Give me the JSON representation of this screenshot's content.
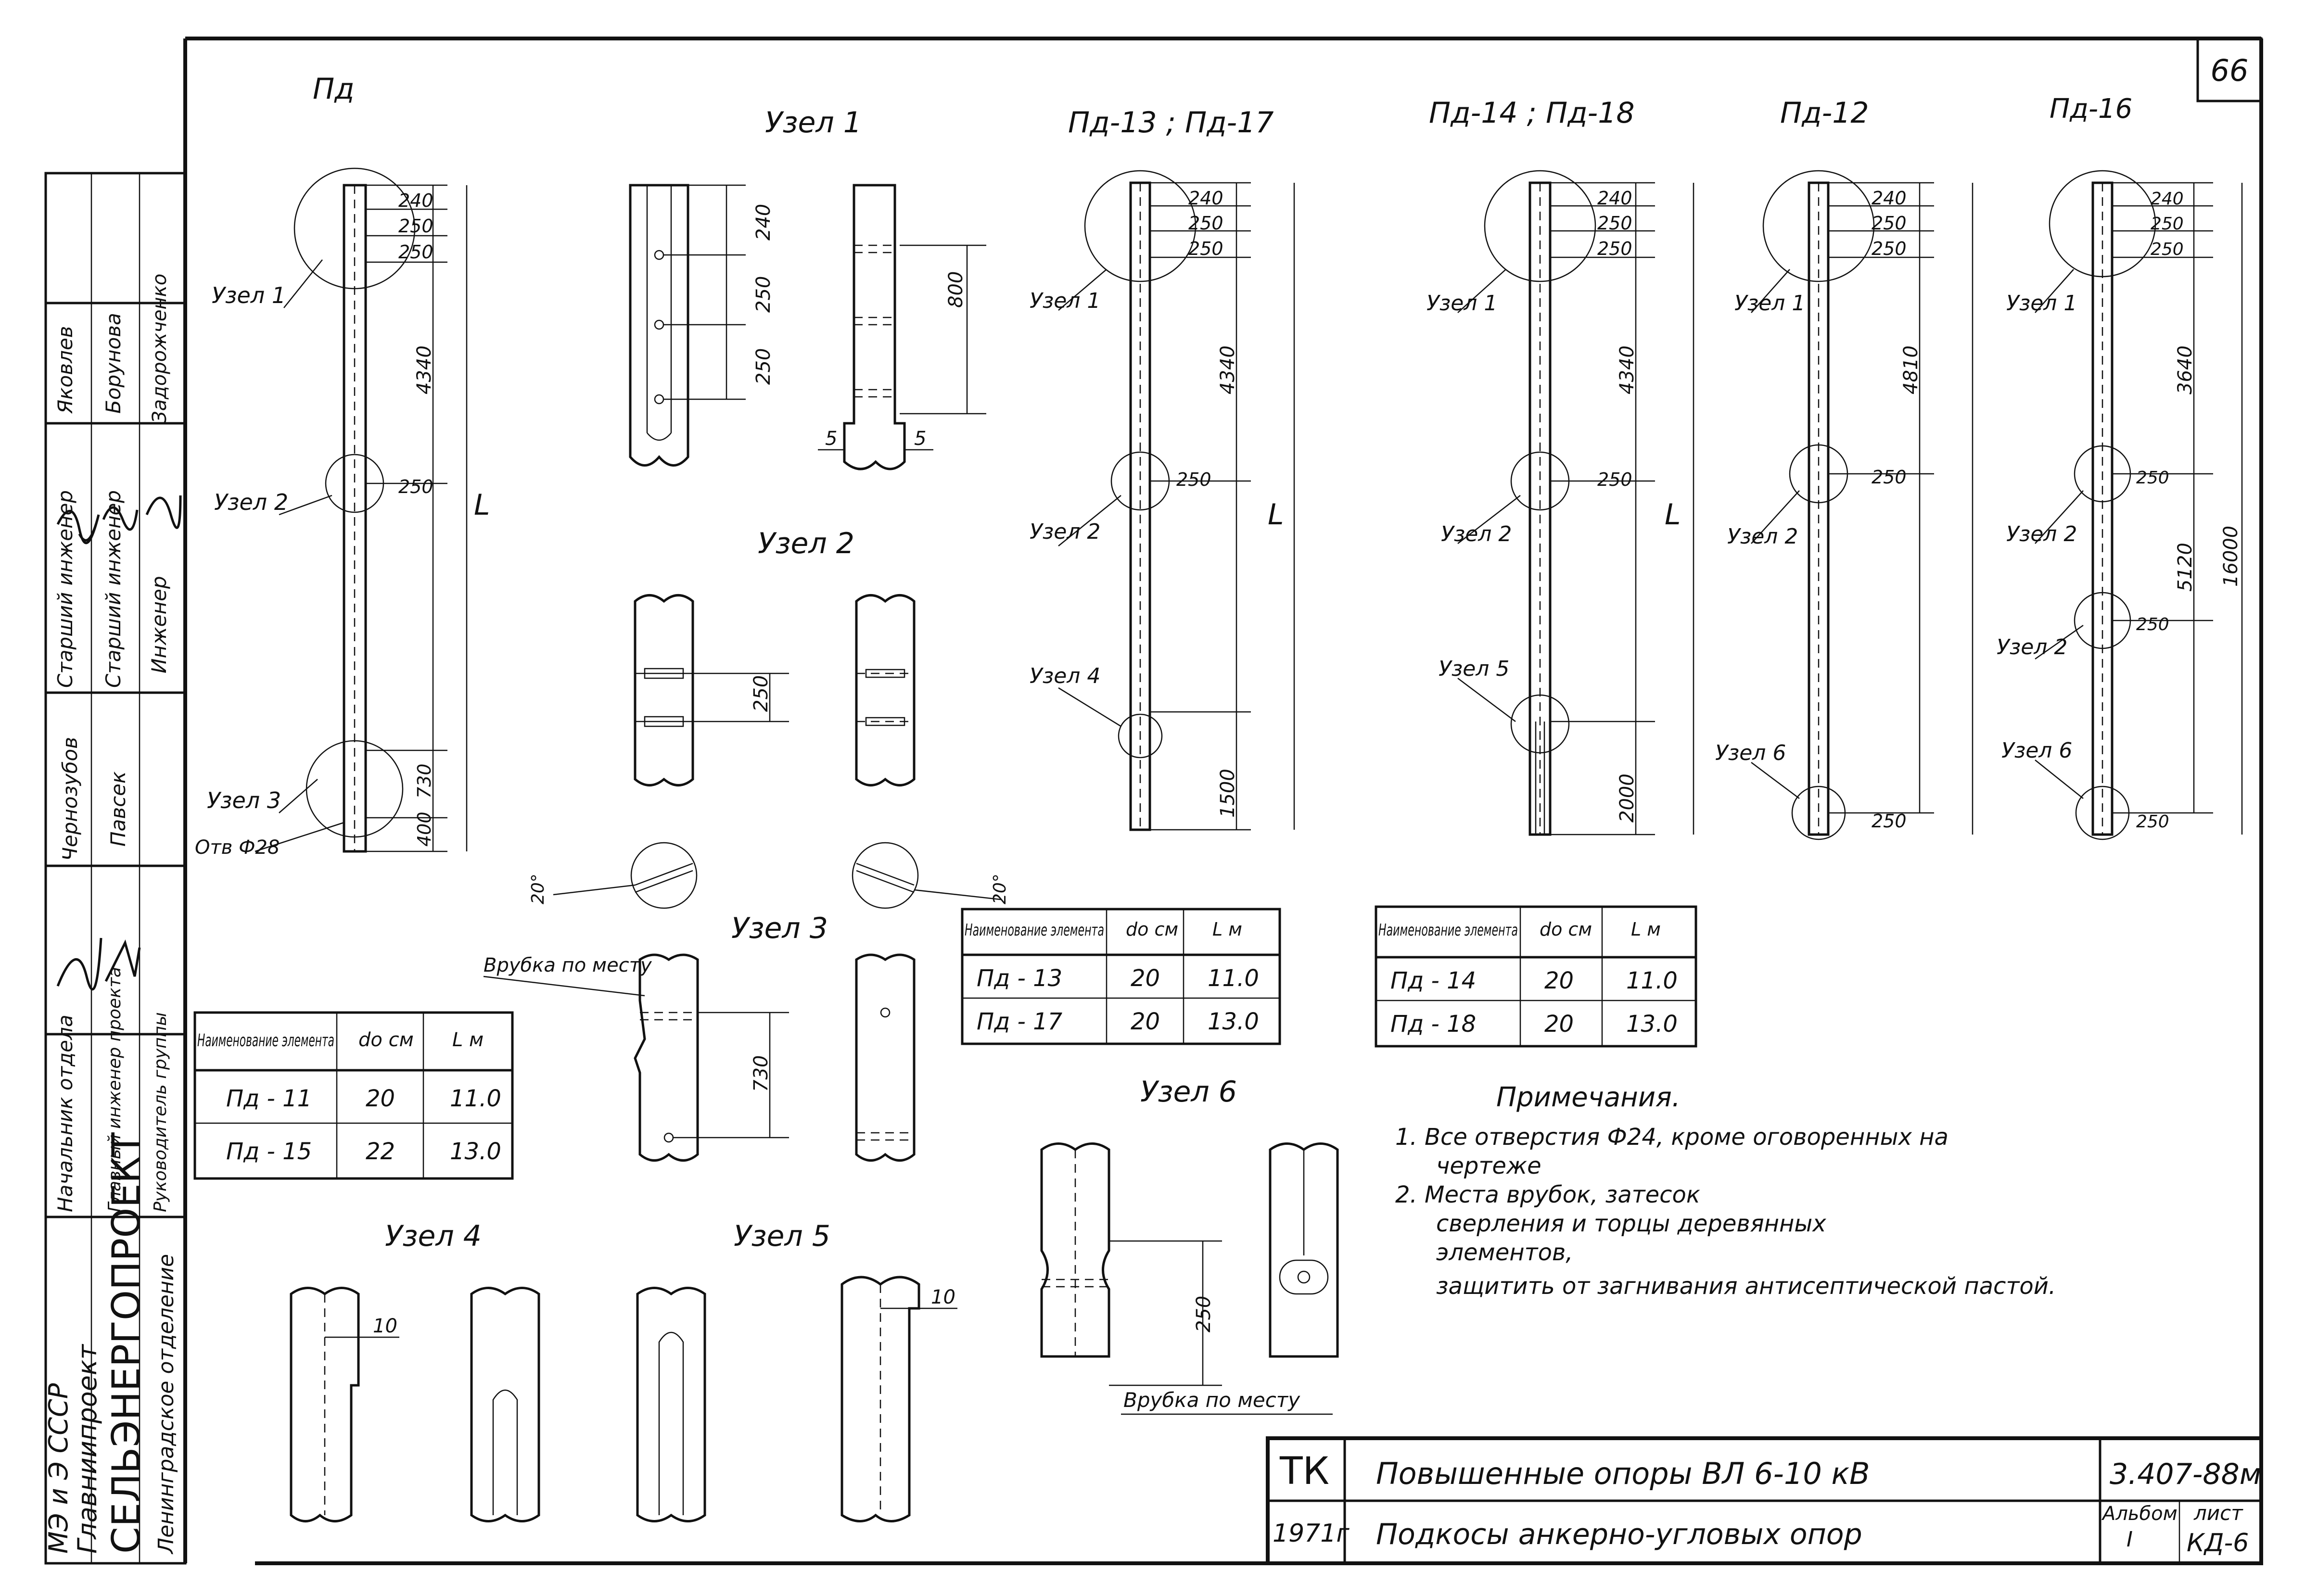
{
  "sheet_number": "66",
  "left_stamp": {
    "organization": [
      "МЭ и Э СССР",
      "Главниипроект",
      "СЕЛЬЭНЕРГОПРОЕКТ",
      "Ленинградское отделение"
    ],
    "signers": [
      {
        "role": "Начальник отдела",
        "name": "Чернозубов"
      },
      {
        "role": "Главный инженер проекта",
        "name": "Павсек"
      },
      {
        "role": "Руководитель группы",
        "name": ""
      },
      {
        "role": "Старший инженер",
        "name": "Яковлев"
      },
      {
        "role": "Старший инженер",
        "name": "Борунова"
      },
      {
        "role": "Инженер",
        "name": "Задорожченко"
      }
    ]
  },
  "labels": {
    "pd": "Пд",
    "pd13_17": "Пд-13 ; Пд-17",
    "pd14_18": "Пд-14 ; Пд-18",
    "pd12": "Пд-12",
    "pd16": "Пд-16",
    "node1": "Узел 1",
    "node2": "Узел 2",
    "node3": "Узел 3",
    "node4": "Узел 4",
    "node5": "Узел 5",
    "node6": "Узел 6",
    "callout_node1": "Узел 1",
    "callout_node2": "Узел 2",
    "callout_node3": "Узел 3",
    "callout_node4": "Узел 4",
    "callout_node5": "Узел 5",
    "callout_node6": "Узел 6",
    "hole": "Отв Ф28",
    "cut_in_place": "Врубка по месту",
    "L": "L"
  },
  "dims": {
    "d240": "240",
    "d250": "250",
    "d4340": "4340",
    "d730": "730",
    "d400": "400",
    "d800": "800",
    "d5": "5",
    "d1500": "1500",
    "d2000": "2000",
    "d4810": "4810",
    "d3640": "3640",
    "d5120": "5120",
    "d16000": "16000",
    "d10": "10",
    "d20": "20°"
  },
  "tables": [
    {
      "headers": [
        "Наименование элемента",
        "do см",
        "L м"
      ],
      "rows": [
        [
          "Пд - 11",
          "20",
          "11.0"
        ],
        [
          "Пд - 15",
          "22",
          "13.0"
        ]
      ]
    },
    {
      "headers": [
        "Наименование элемента",
        "do см",
        "L м"
      ],
      "rows": [
        [
          "Пд - 13",
          "20",
          "11.0"
        ],
        [
          "Пд - 17",
          "20",
          "13.0"
        ]
      ]
    },
    {
      "headers": [
        "Наименование элемента",
        "do см",
        "L м"
      ],
      "rows": [
        [
          "Пд - 14",
          "20",
          "11.0"
        ],
        [
          "Пд - 18",
          "20",
          "13.0"
        ]
      ]
    }
  ],
  "notes": {
    "title": "Примечания.",
    "items": [
      "1. Все отверстия Ф24, кроме оговоренных на",
      "чертеже",
      "2. Места врубок, затесок",
      "сверления и торцы деревянных",
      "элементов,",
      "защитить от загнивания антисептической пастой."
    ]
  },
  "title_block": {
    "code": "ТК",
    "year": "1971г",
    "title": "Повышенные опоры ВЛ 6-10 кВ",
    "subtitle": "Подкосы анкерно-угловых опор",
    "doc_number": "3.407-88м",
    "album_label": "Альбом",
    "album_value": "I",
    "sheet_label": "лист",
    "sheet_value": "КД-6"
  }
}
